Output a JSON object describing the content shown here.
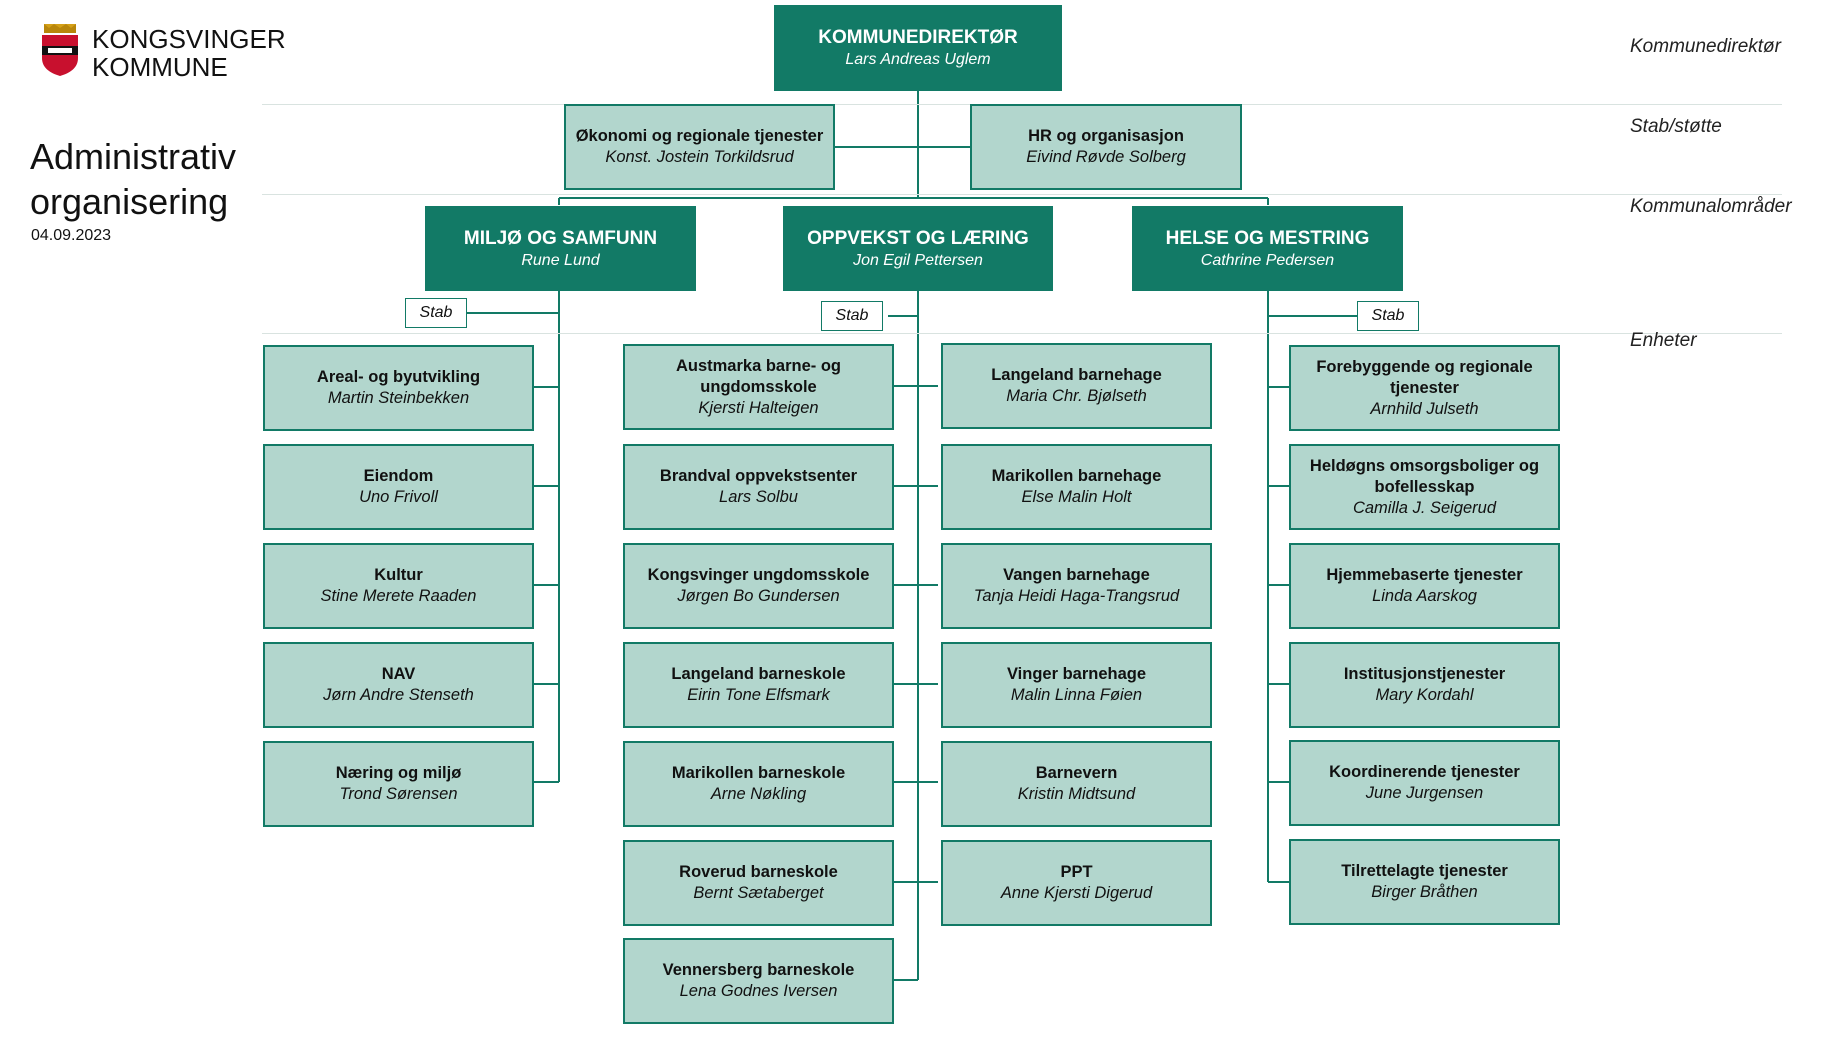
{
  "org": {
    "name_line1": "KONGSVINGER",
    "name_line2": "KOMMUNE",
    "heading_line1": "Administrativ",
    "heading_line2": "organisering",
    "date": "04.09.2023"
  },
  "levels": {
    "director": "Kommunedirektør",
    "staff": "Stab/støtte",
    "areas": "Kommunalområder",
    "units": "Enheter"
  },
  "director": {
    "title": "KOMMUNEDIREKTØR",
    "name": "Lars Andreas Uglem"
  },
  "staff": [
    {
      "title": "Økonomi og regionale tjenester",
      "name": "Konst. Jostein Torkildsrud"
    },
    {
      "title": "HR og organisasjon",
      "name": "Eivind Røvde Solberg"
    }
  ],
  "stab_label": "Stab",
  "areas": [
    {
      "title": "MILJØ OG SAMFUNN",
      "name": "Rune Lund",
      "units": [
        {
          "title": "Areal- og byutvikling",
          "name": "Martin Steinbekken"
        },
        {
          "title": "Eiendom",
          "name": "Uno Frivoll"
        },
        {
          "title": "Kultur",
          "name": "Stine Merete Raaden"
        },
        {
          "title": "NAV",
          "name": "Jørn Andre Stenseth"
        },
        {
          "title": "Næring og miljø",
          "name": "Trond Sørensen"
        }
      ]
    },
    {
      "title": "OPPVEKST OG LÆRING",
      "name": "Jon Egil Pettersen",
      "units_left": [
        {
          "title": "Austmarka barne- og ungdomsskole",
          "name": "Kjersti Halteigen"
        },
        {
          "title": "Brandval oppvekstsenter",
          "name": "Lars Solbu"
        },
        {
          "title": "Kongsvinger ungdomsskole",
          "name": "Jørgen Bo Gundersen"
        },
        {
          "title": "Langeland barneskole",
          "name": "Eirin Tone Elfsmark"
        },
        {
          "title": "Marikollen barneskole",
          "name": "Arne Nøkling"
        },
        {
          "title": "Roverud barneskole",
          "name": "Bernt Sætaberget"
        },
        {
          "title": "Vennersberg barneskole",
          "name": "Lena Godnes Iversen"
        }
      ],
      "units_right": [
        {
          "title": "Langeland barnehage",
          "name": "Maria Chr. Bjølseth"
        },
        {
          "title": "Marikollen barnehage",
          "name": "Else Malin Holt"
        },
        {
          "title": "Vangen barnehage",
          "name": "Tanja Heidi Haga-Trangsrud"
        },
        {
          "title": "Vinger barnehage",
          "name": "Malin Linna Føien"
        },
        {
          "title": "Barnevern",
          "name": "Kristin Midtsund"
        },
        {
          "title": "PPT",
          "name": "Anne Kjersti Digerud"
        }
      ]
    },
    {
      "title": "HELSE OG MESTRING",
      "name": "Cathrine Pedersen",
      "units": [
        {
          "title": "Forebyggende og regionale tjenester",
          "name": "Arnhild Julseth"
        },
        {
          "title": "Heldøgns omsorgsboliger og bofellesskap",
          "name": "Camilla J. Seigerud"
        },
        {
          "title": "Hjemmebaserte tjenester",
          "name": "Linda Aarskog"
        },
        {
          "title": "Institusjonstjenester",
          "name": "Mary Kordahl"
        },
        {
          "title": "Koordinerende tjenester",
          "name": "June Jurgensen"
        },
        {
          "title": "Tilrettelagte tjenester",
          "name": "Birger Bråthen"
        }
      ]
    }
  ],
  "colors": {
    "dark": "#127a66",
    "light": "#b2d6cd"
  }
}
